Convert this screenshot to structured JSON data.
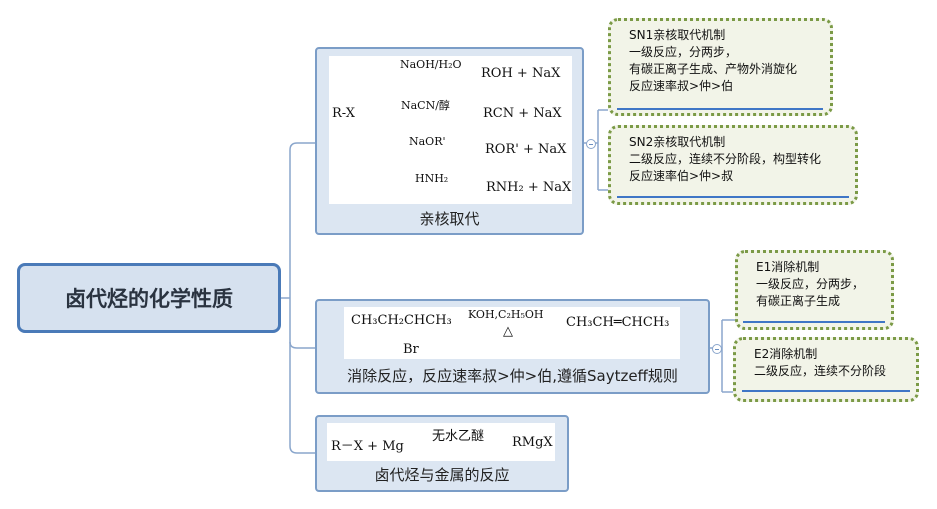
{
  "root": {
    "title": "卤代烃的化学性质"
  },
  "branches": {
    "substitution": {
      "caption": "亲核取代",
      "reactant": "R-X",
      "reactions": [
        {
          "reagent": "NaOH/H₂O",
          "product": "ROH  +  NaX"
        },
        {
          "reagent": "NaCN/醇",
          "product": "RCN  +  NaX"
        },
        {
          "reagent": "NaOR'",
          "product": "ROR'  +  NaX"
        },
        {
          "reagent": "HNH₂",
          "product": "RNH₂  +  NaX"
        }
      ]
    },
    "elimination": {
      "caption": "消除反应，反应速率叔>仲>伯,遵循Saytzeff规则",
      "reactant": "CH₃CH₂CHCH₃",
      "substituent": "Br",
      "condition": "KOH,C₂H₅OH",
      "heat": "△",
      "product": "CH₃CH═CHCH₃"
    },
    "metal": {
      "caption": "卤代烃与金属的反应",
      "reactant": "R－X   +  Mg",
      "condition": "无水乙醚",
      "product": "RMgX"
    }
  },
  "notes": {
    "sn1": {
      "title": "SN1亲核取代机制",
      "lines": [
        "一级反应，分两步，",
        "有碳正离子生成、产物外消旋化",
        "反应速率叔>仲>伯"
      ]
    },
    "sn2": {
      "title": "SN2亲核取代机制",
      "lines": [
        "二级反应，连续不分阶段，构型转化",
        "反应速率伯>仲>叔"
      ]
    },
    "e1": {
      "title": "E1消除机制",
      "lines": [
        "一级反应，分两步，",
        "有碳正离子生成"
      ]
    },
    "e2": {
      "title": "E2消除机制",
      "lines": [
        "二级反应，连续不分阶段"
      ]
    }
  },
  "colors": {
    "root_border": "#4a7ab8",
    "branch_border": "#7b9dc7",
    "branch_fill": "#dce6f2",
    "note_border": "#7b9a46",
    "note_fill": "#f2f4e8",
    "underline": "#3f76c6"
  }
}
